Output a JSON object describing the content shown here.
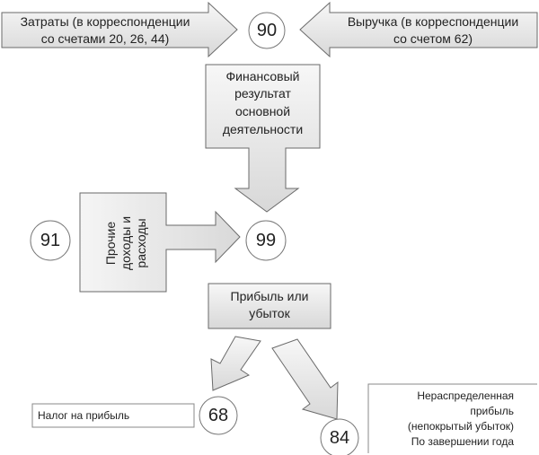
{
  "top": {
    "costs_line1": "Затраты (в корреспонденции",
    "costs_line2": "со счетами 20, 26, 44)",
    "revenue_line1": "Выручка (в корреспонденции",
    "revenue_line2": "со счетом 62)",
    "account_90": "90"
  },
  "financial_result": {
    "line1": "Финансовый",
    "line2": "результат",
    "line3": "основной",
    "line4": "деятельности"
  },
  "other": {
    "account_91": "91",
    "vertical_line1": "Прочие",
    "vertical_line2": "доходы и",
    "vertical_line3": "расходы",
    "account_99": "99"
  },
  "profit": {
    "line1": "Прибыль или",
    "line2": "убыток"
  },
  "bottom": {
    "tax_label": "Налог на прибыль",
    "account_68": "68",
    "retained_line1": "Нераспределенная",
    "retained_line2": "прибыль",
    "retained_line3": "(непокрытый убыток)",
    "retained_line4": "По завершении года",
    "account_84": "84"
  }
}
